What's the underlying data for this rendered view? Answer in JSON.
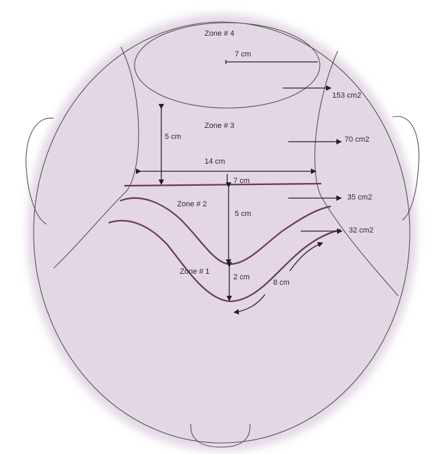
{
  "zones": [
    {
      "label": "Zone # 4",
      "area": "153 cm2"
    },
    {
      "label": "Zone # 3",
      "area": "70 cm2"
    },
    {
      "label": "Zone # 2",
      "area": "35 cm2"
    },
    {
      "label": "Zone # 1",
      "area": "32 cm2"
    }
  ],
  "measurements": {
    "zone4_radius": "7 cm",
    "zone3_height": "5 cm",
    "zone3_width": "14 cm",
    "zone2_top_half": "7 cm",
    "zone2_height": "5 cm",
    "zone1_height": "2 cm",
    "zone1_curve": "8 cm"
  },
  "colors": {
    "zone_line": "#6b3a55",
    "outline": "#555055",
    "halo": "#cdb8d0"
  }
}
